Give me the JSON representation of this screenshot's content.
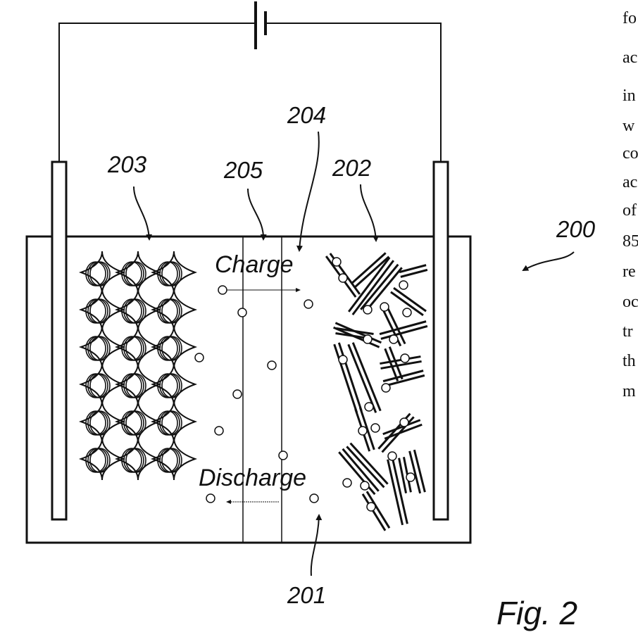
{
  "figure": {
    "caption": "Fig. 2",
    "labels": {
      "device": "200",
      "electrolyte": "201",
      "right_electrode": "202",
      "left_electrode": "203",
      "separator_right": "204",
      "separator_left": "205"
    },
    "flow": {
      "charge": "Charge",
      "discharge": "Discharge"
    }
  },
  "side_text": {
    "line_0": "fo",
    "line_1": "ac",
    "line_2": "in",
    "line_3": "w",
    "line_4": "co",
    "line_5": "ac",
    "line_6": "of",
    "line_7": "85",
    "line_8": "re",
    "line_9": "oc",
    "line_10": "tr",
    "line_11": "th",
    "line_12": "m"
  }
}
